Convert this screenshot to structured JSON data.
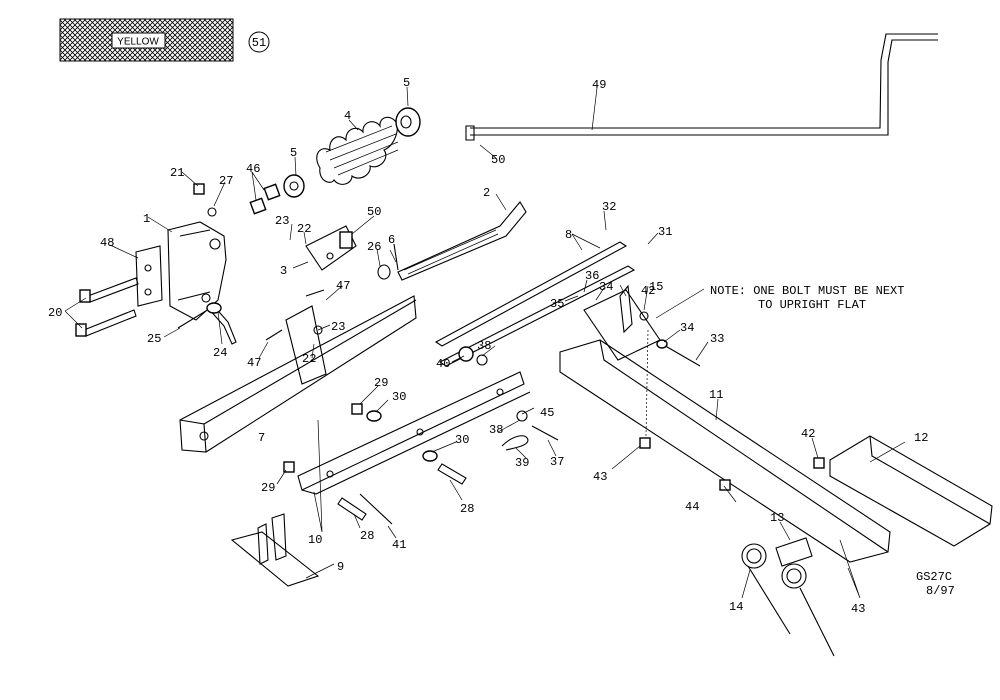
{
  "color_tag": {
    "text": "YELLOW",
    "ref": "51"
  },
  "note": {
    "line1": "NOTE: ONE BOLT MUST BE NEXT",
    "line2": "TO UPRIGHT FLAT"
  },
  "drawing_code": {
    "id": "GS27C",
    "date": "8/97"
  },
  "callouts": [
    "1",
    "2",
    "3",
    "4",
    "5",
    "5",
    "6",
    "7",
    "8",
    "9",
    "10",
    "11",
    "12",
    "13",
    "14",
    "15",
    "20",
    "21",
    "22",
    "22",
    "23",
    "23",
    "24",
    "25",
    "26",
    "27",
    "28",
    "28",
    "29",
    "29",
    "30",
    "30",
    "31",
    "32",
    "33",
    "34",
    "34",
    "35",
    "36",
    "37",
    "38",
    "38",
    "39",
    "40",
    "41",
    "42",
    "42",
    "43",
    "43",
    "44",
    "45",
    "46",
    "47",
    "47",
    "48",
    "49",
    "50",
    "50"
  ]
}
